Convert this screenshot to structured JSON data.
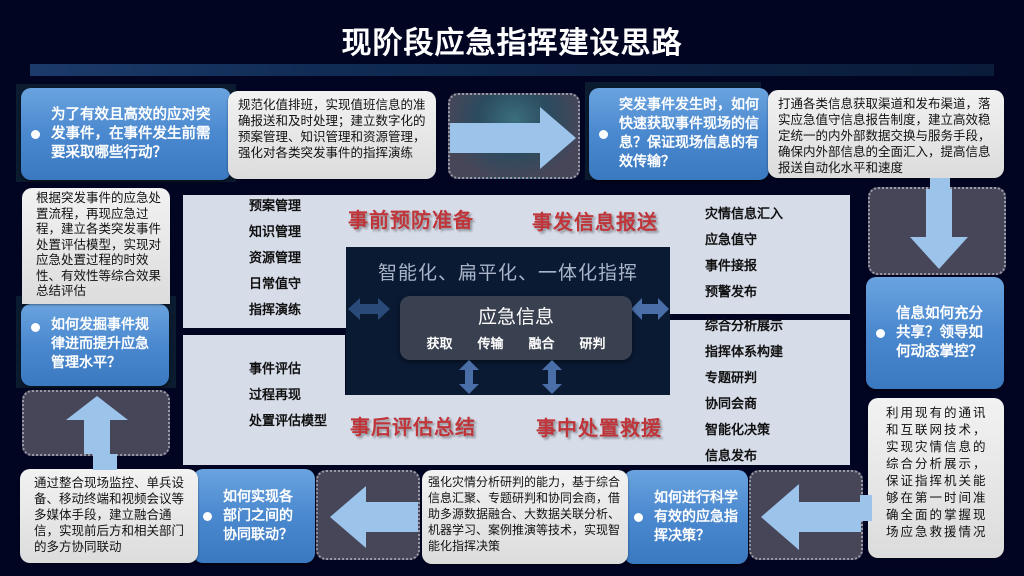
{
  "title": "现阶段应急指挥建设思路",
  "questions": {
    "q1": "为了有效且高效的应对突发事件，在事件发生前需要采取哪些行动？",
    "q2": "突发事件发生时，如何快速获取事件现场的信息？保证现场信息的有效传输？",
    "q3": "信息如何充分共享？领导如何动态掌控？",
    "q4": "如何进行科学有效的应急指挥决策？",
    "q5": "如何实现各部门之间的协同联动？",
    "q6": "如何发掘事件规律进而提升应急管理水平？"
  },
  "descriptions": {
    "d1": "规范化值排班，实现值班信息的准确报送和及时处理；建立数字化的预案管理、知识管理和资源管理，强化对各类突发事件的指挥演练",
    "d2": "打通各类信息获取渠道和发布渠道，落实应急值守信息报告制度，建立高效稳定统一的内外部数据交换与服务手段，确保内外部信息的全面汇入，提高信息报送自动化水平和速度",
    "d3": "利用现有的通讯和互联网技术，实现灾情信息的综合分析展示，保证指挥机关能够在第一时间准确全面的掌握现场应急救援情况",
    "d4": "强化灾情分析研判的能力，基于综合信息汇聚、专题研判和协同会商，借助多源数据融合、大数据关联分析、机器学习、案例推演等技术，实现智能化指挥决策",
    "d5": "通过整合现场监控、单兵设备、移动终端和视频会议等多媒体手段，建立融合通信，实现前后方和相关部门的多方协同联动",
    "d6": "根据突发事件的应急处置流程，再现应急过程，建立各类突发事件处置评估模型，实现对应急处置过程的时效性、有效性等综合效果总结评估"
  },
  "phases": {
    "pre": {
      "label": "事前预防准备",
      "items": [
        "预案管理",
        "知识管理",
        "资源管理",
        "日常值守",
        "指挥演练"
      ]
    },
    "report": {
      "label": "事发信息报送",
      "items": [
        "灾情信息汇入",
        "应急值守",
        "事件接报",
        "预警发布"
      ]
    },
    "during": {
      "label": "事中处置救援",
      "items": [
        "综合分析展示",
        "指挥体系构建",
        "专题研判",
        "协同会商",
        "智能化决策",
        "信息发布"
      ]
    },
    "post": {
      "label": "事后评估总结",
      "items": [
        "事件评估",
        "过程再现",
        "处置评估模型"
      ]
    }
  },
  "center": {
    "slogan": "智能化、扁平化、一体化指挥",
    "core_title": "应急信息",
    "core_items": [
      "获取",
      "传输",
      "融合",
      "研判"
    ]
  },
  "colors": {
    "background": "#020522",
    "question_blue": "#4a88cf",
    "phase_red": "#c0353a",
    "panel": "#d6dce8",
    "arrow": "#9cc3ea",
    "center_dark": "#0a1a33"
  }
}
